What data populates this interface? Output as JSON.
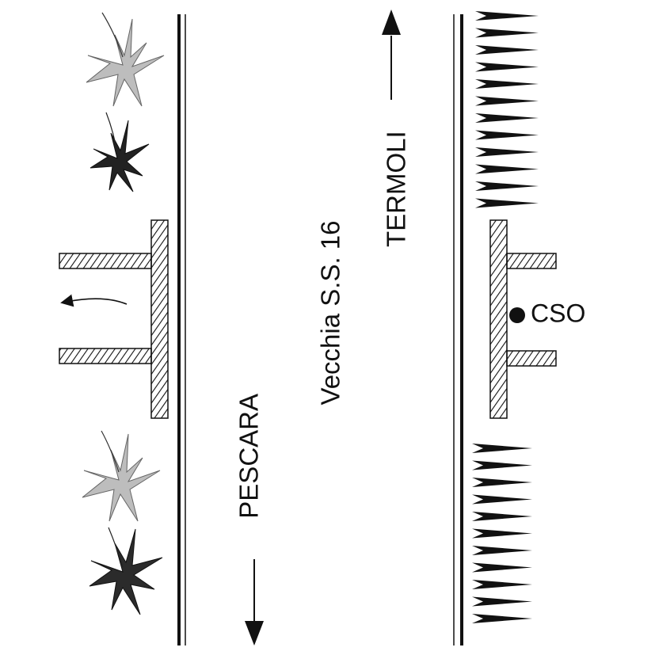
{
  "diagram": {
    "road_name": "Vecchia S.S. 16",
    "direction_north": "TERMOLI",
    "direction_south": "PESCARA",
    "point_label": "CSO"
  },
  "icons": {
    "plants": "plant-icon",
    "spikes": "hedge-spike-icon",
    "arrow": "arrow-icon"
  },
  "colors": {
    "line": "#111111",
    "plant_light": "#bdbdbd",
    "plant_dark": "#2b2b2b",
    "hatch": "#111111"
  }
}
